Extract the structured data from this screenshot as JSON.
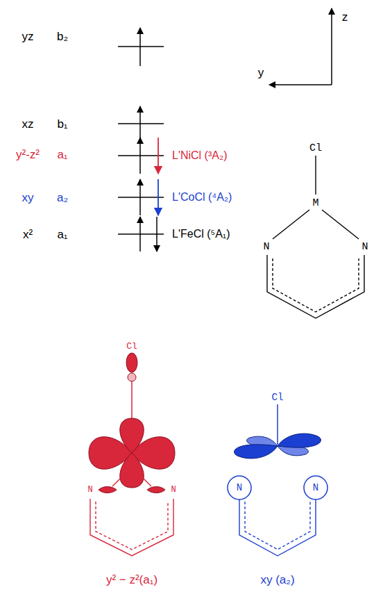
{
  "diagram": {
    "labels": [
      "yz",
      "b₂",
      "xz",
      "b₁",
      "y²-z²",
      "a₁",
      "L'NiCl (³A₂)",
      "xy",
      "a₂",
      "L'CoCl (⁴A₂)",
      "x²",
      "a₁",
      "L'FeCl (⁵A₁)",
      "z",
      "y",
      "Cl",
      "M",
      "N",
      "N",
      "Cl",
      "N",
      "N",
      "y² − z²(a₁)",
      "Cl",
      "N",
      "N",
      "xy (a₂)"
    ]
  }
}
